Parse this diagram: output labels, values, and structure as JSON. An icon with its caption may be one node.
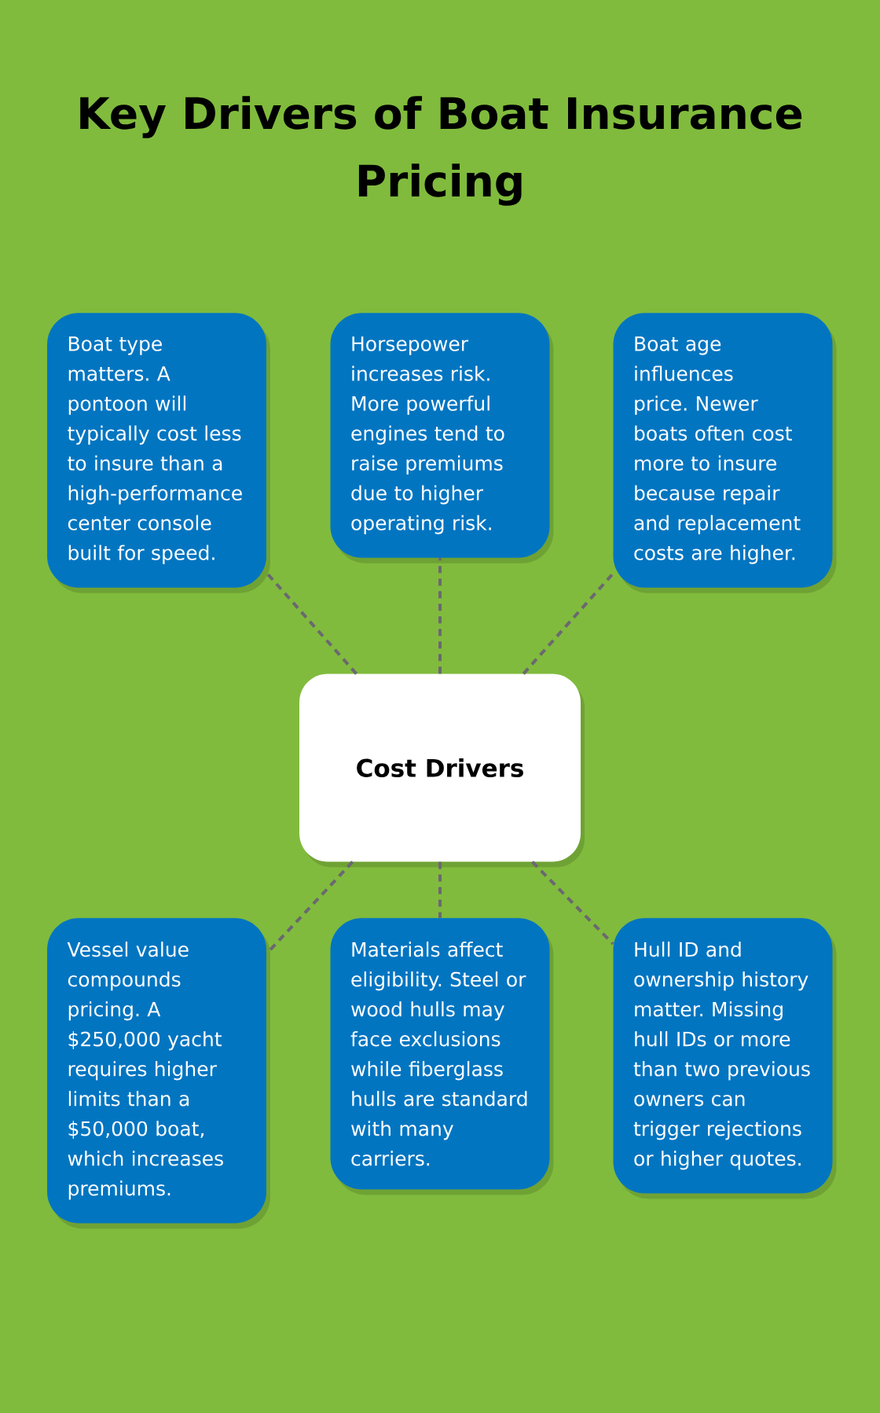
{
  "diagram": {
    "title": "Key Drivers of Boat Insurance Pricing",
    "nodes": [
      {
        "text": [
          "Boat type matters. A pontoon will typically cost less to insure than a high-performance center console built for speed."
        ]
      },
      {
        "text": [
          "Horsepower increases risk. More powerful engines tend to raise premiums due to higher operating risk."
        ]
      },
      {
        "text": [
          "Boat age influences price. Newer boats often cost more to insure because repair and replacement costs are higher."
        ]
      },
      {
        "text": [
          "Cost Drivers"
        ]
      },
      {
        "text": [
          "Vessel value compounds pricing. A $250,000 yacht requires higher limits than a $50,000 boat, which increases premiums."
        ]
      },
      {
        "text": [
          "Materials affect eligibility. Steel or wood hulls may face exclusions while fiberglass hulls are standard with many carriers."
        ]
      },
      {
        "text": [
          "Hull ID and ownership history matter. Missing hull IDs or more than two previous owners can trigger rejections or higher quotes."
        ]
      }
    ],
    "edges": [
      {
        "from": 3,
        "to": 0,
        "arrow": "none",
        "style": "dashed"
      },
      {
        "from": 3,
        "to": 1,
        "arrow": "none",
        "style": "dashed"
      },
      {
        "from": 3,
        "to": 2,
        "arrow": "none",
        "style": "dashed"
      },
      {
        "from": 3,
        "to": 4,
        "arrow": "none",
        "style": "dashed"
      },
      {
        "from": 3,
        "to": 5,
        "arrow": "none",
        "style": "dashed"
      },
      {
        "from": 3,
        "to": 6,
        "arrow": "none",
        "style": "dashed"
      }
    ]
  }
}
